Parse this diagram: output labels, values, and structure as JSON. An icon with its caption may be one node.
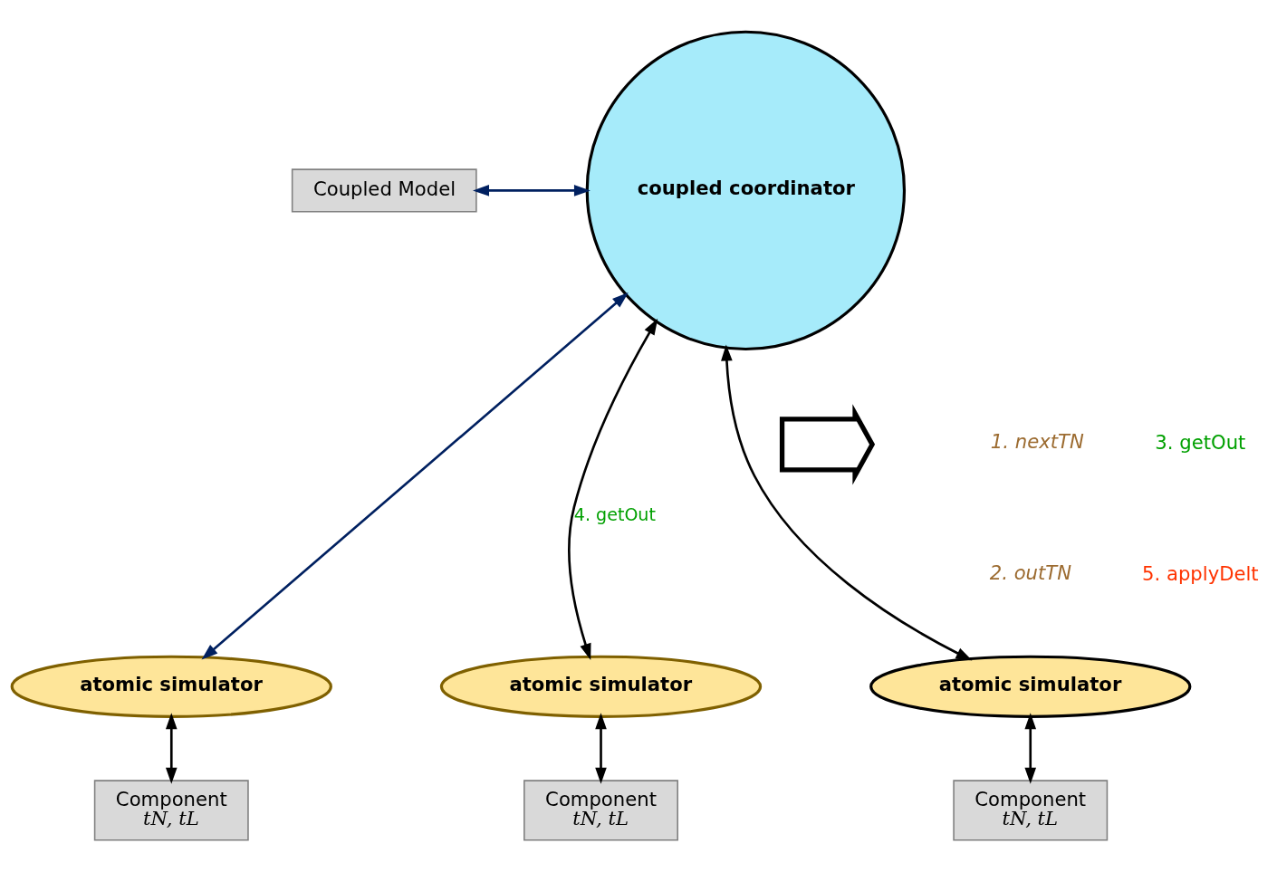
{
  "diagram": {
    "nodes": [
      {
        "text": [
          "Coupled Model"
        ]
      },
      {
        "text": [
          "coupled coordinator"
        ]
      },
      {
        "text": [
          "atomic simulator"
        ]
      },
      {
        "text": [
          "atomic simulator"
        ]
      },
      {
        "text": [
          "atomic simulator"
        ]
      },
      {
        "text": [
          "Component",
          "tN, tL"
        ]
      },
      {
        "text": [
          "Component",
          "tN, tL"
        ]
      },
      {
        "text": [
          "Component",
          "tN, tL"
        ]
      },
      {
        "text": [],
        "shape": "arrow"
      }
    ],
    "edges": [
      {
        "from": 0,
        "to": 1,
        "arrow": "both",
        "color": "#002060"
      },
      {
        "from": 1,
        "to": 2,
        "arrow": "both",
        "color": "#002060"
      },
      {
        "from": 1,
        "to": 3,
        "arrow": "both",
        "label": "4. getOut"
      },
      {
        "from": 1,
        "to": 4,
        "arrow": "both"
      },
      {
        "from": 2,
        "to": 5,
        "arrow": "both"
      },
      {
        "from": 3,
        "to": 6,
        "arrow": "both"
      },
      {
        "from": 4,
        "to": 7,
        "arrow": "both"
      }
    ],
    "labels": [
      "1. nextTN",
      "3. getOut",
      "2. outTN",
      "5. applyDelt"
    ]
  }
}
